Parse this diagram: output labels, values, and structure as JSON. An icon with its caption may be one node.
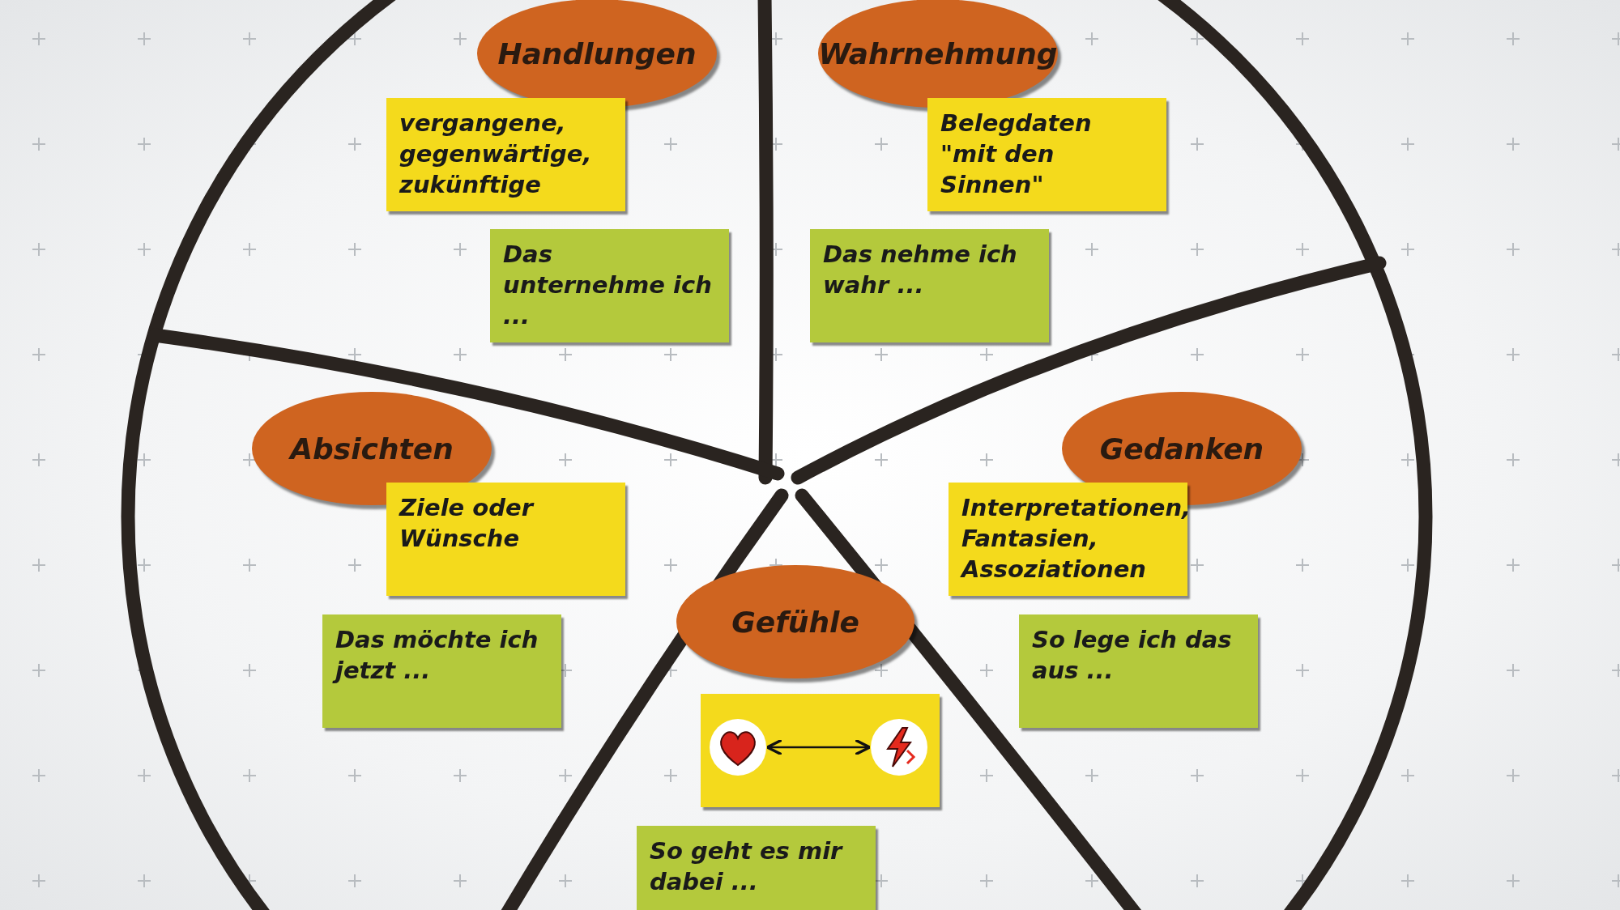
{
  "diagram": {
    "nodes": [
      {
        "text": [
          "Handlungen"
        ]
      },
      {
        "text": [
          "vergangene, gegenwärtige, zukünftige"
        ]
      },
      {
        "text": [
          "Das unternehme ich ..."
        ]
      },
      {
        "text": [
          "Wahrnehmung"
        ]
      },
      {
        "text": [
          "Belegdaten \"mit den Sinnen\""
        ]
      },
      {
        "text": [
          "Das nehme ich wahr ..."
        ]
      },
      {
        "text": [
          "Absichten"
        ]
      },
      {
        "text": [
          "Ziele oder Wünsche"
        ]
      },
      {
        "text": [
          "Das möchte ich jetzt ..."
        ]
      },
      {
        "text": [
          "Gedanken"
        ]
      },
      {
        "text": [
          "Interpretationen, Fantasien, Assoziationen"
        ]
      },
      {
        "text": [
          "So lege ich das aus ..."
        ]
      },
      {
        "text": [
          "Gefühle"
        ]
      },
      {
        "text": [],
        "shape": "box"
      },
      {
        "text": [],
        "shape": "picture",
        "in": 13
      },
      {
        "text": [],
        "shape": "picture",
        "in": 13
      },
      {
        "text": [
          "So geht es mir dabei ..."
        ]
      }
    ],
    "edges": [
      {
        "from": 14,
        "to": 15,
        "arrow": "both"
      }
    ]
  }
}
